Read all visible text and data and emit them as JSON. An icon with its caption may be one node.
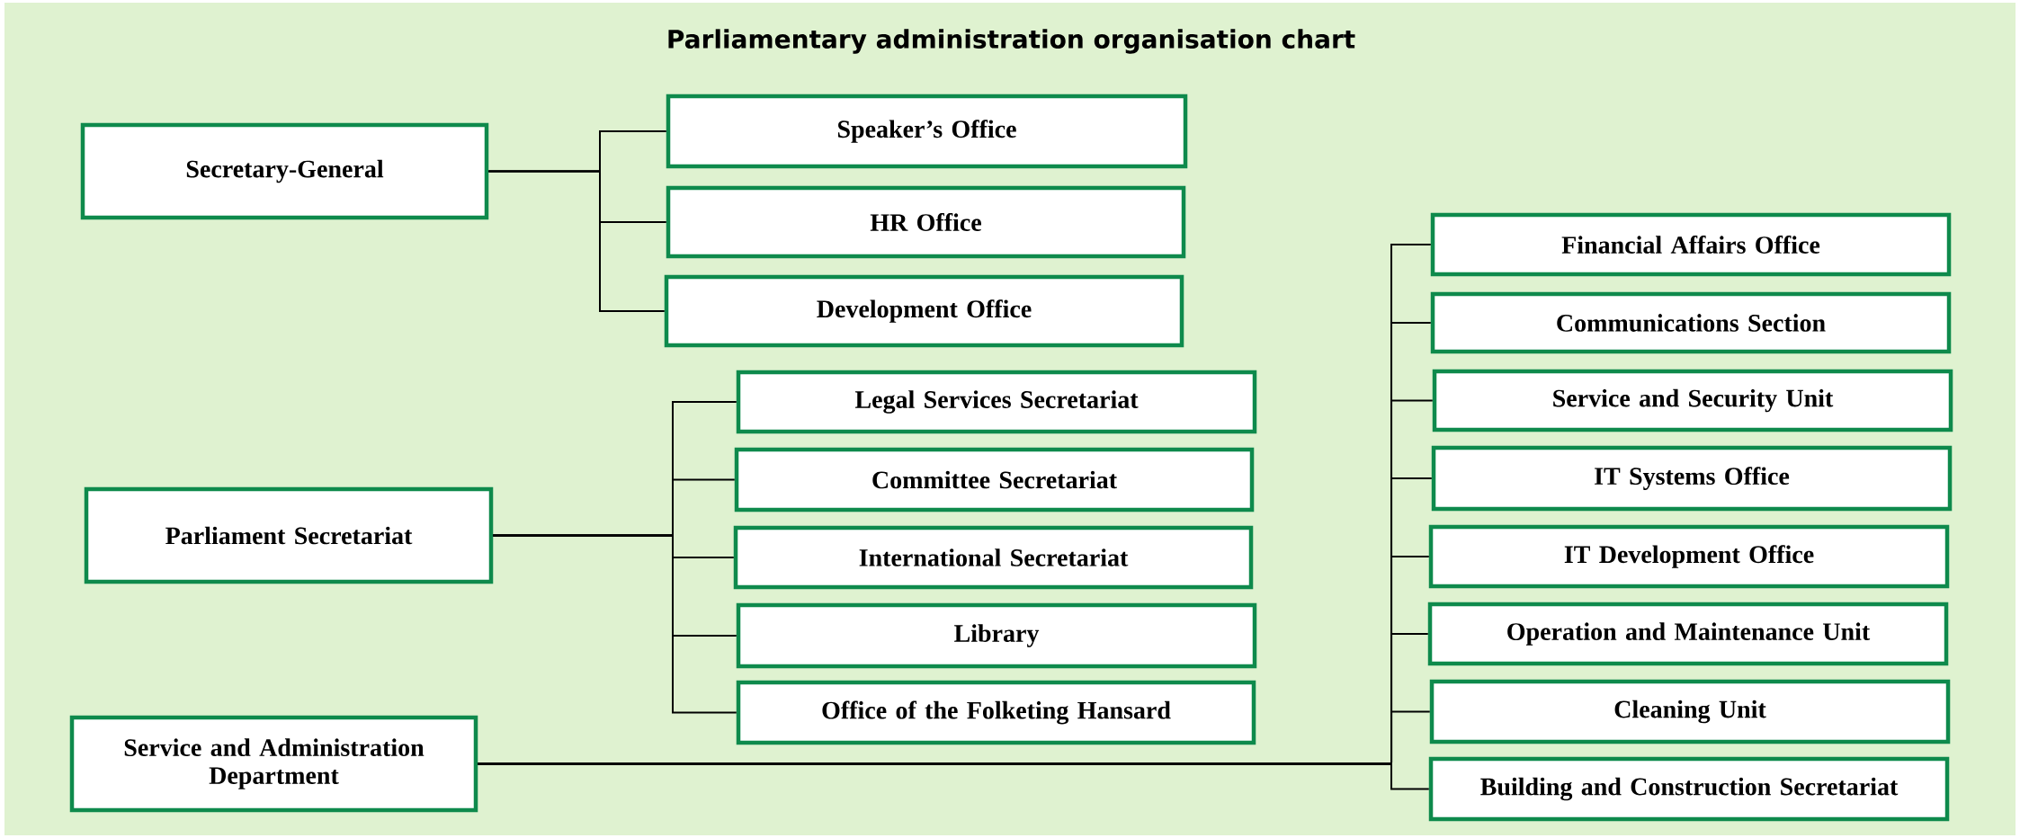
{
  "diagram": {
    "title": "Parliamentary administration organisation chart",
    "nodes": [
      {
        "text": [
          "Secretary-General"
        ]
      },
      {
        "text": [
          "Speaker’s Office"
        ]
      },
      {
        "text": [
          "HR Office"
        ]
      },
      {
        "text": [
          "Development Office"
        ]
      },
      {
        "text": [
          "Parliament Secretariat"
        ]
      },
      {
        "text": [
          "Legal Services Secretariat"
        ]
      },
      {
        "text": [
          "Committee Secretariat"
        ]
      },
      {
        "text": [
          "International Secretariat"
        ]
      },
      {
        "text": [
          "Library"
        ]
      },
      {
        "text": [
          "Office of the Folketing Hansard"
        ]
      },
      {
        "text": [
          "Service and Administration Department"
        ]
      },
      {
        "text": [
          "Financial Affairs Office"
        ]
      },
      {
        "text": [
          "Communications Section"
        ]
      },
      {
        "text": [
          "Service and Security Unit"
        ]
      },
      {
        "text": [
          "IT Systems Office"
        ]
      },
      {
        "text": [
          "IT Development Office"
        ]
      },
      {
        "text": [
          "Operation and Maintenance Unit"
        ]
      },
      {
        "text": [
          "Cleaning Unit"
        ]
      },
      {
        "text": [
          "Building and Construction Secretariat"
        ]
      }
    ],
    "edges": [
      {
        "from": 0,
        "to": 1,
        "arrow": "none"
      },
      {
        "from": 0,
        "to": 2,
        "arrow": "none"
      },
      {
        "from": 0,
        "to": 3,
        "arrow": "none"
      },
      {
        "from": 4,
        "to": 5,
        "arrow": "none"
      },
      {
        "from": 4,
        "to": 6,
        "arrow": "none"
      },
      {
        "from": 4,
        "to": 7,
        "arrow": "none"
      },
      {
        "from": 4,
        "to": 8,
        "arrow": "none"
      },
      {
        "from": 4,
        "to": 9,
        "arrow": "none"
      },
      {
        "from": 10,
        "to": 11,
        "arrow": "none"
      },
      {
        "from": 10,
        "to": 12,
        "arrow": "none"
      },
      {
        "from": 10,
        "to": 13,
        "arrow": "none"
      },
      {
        "from": 10,
        "to": 14,
        "arrow": "none"
      },
      {
        "from": 10,
        "to": 15,
        "arrow": "none"
      },
      {
        "from": 10,
        "to": 16,
        "arrow": "none"
      },
      {
        "from": 10,
        "to": 17,
        "arrow": "none"
      },
      {
        "from": 10,
        "to": 18,
        "arrow": "none"
      }
    ]
  }
}
